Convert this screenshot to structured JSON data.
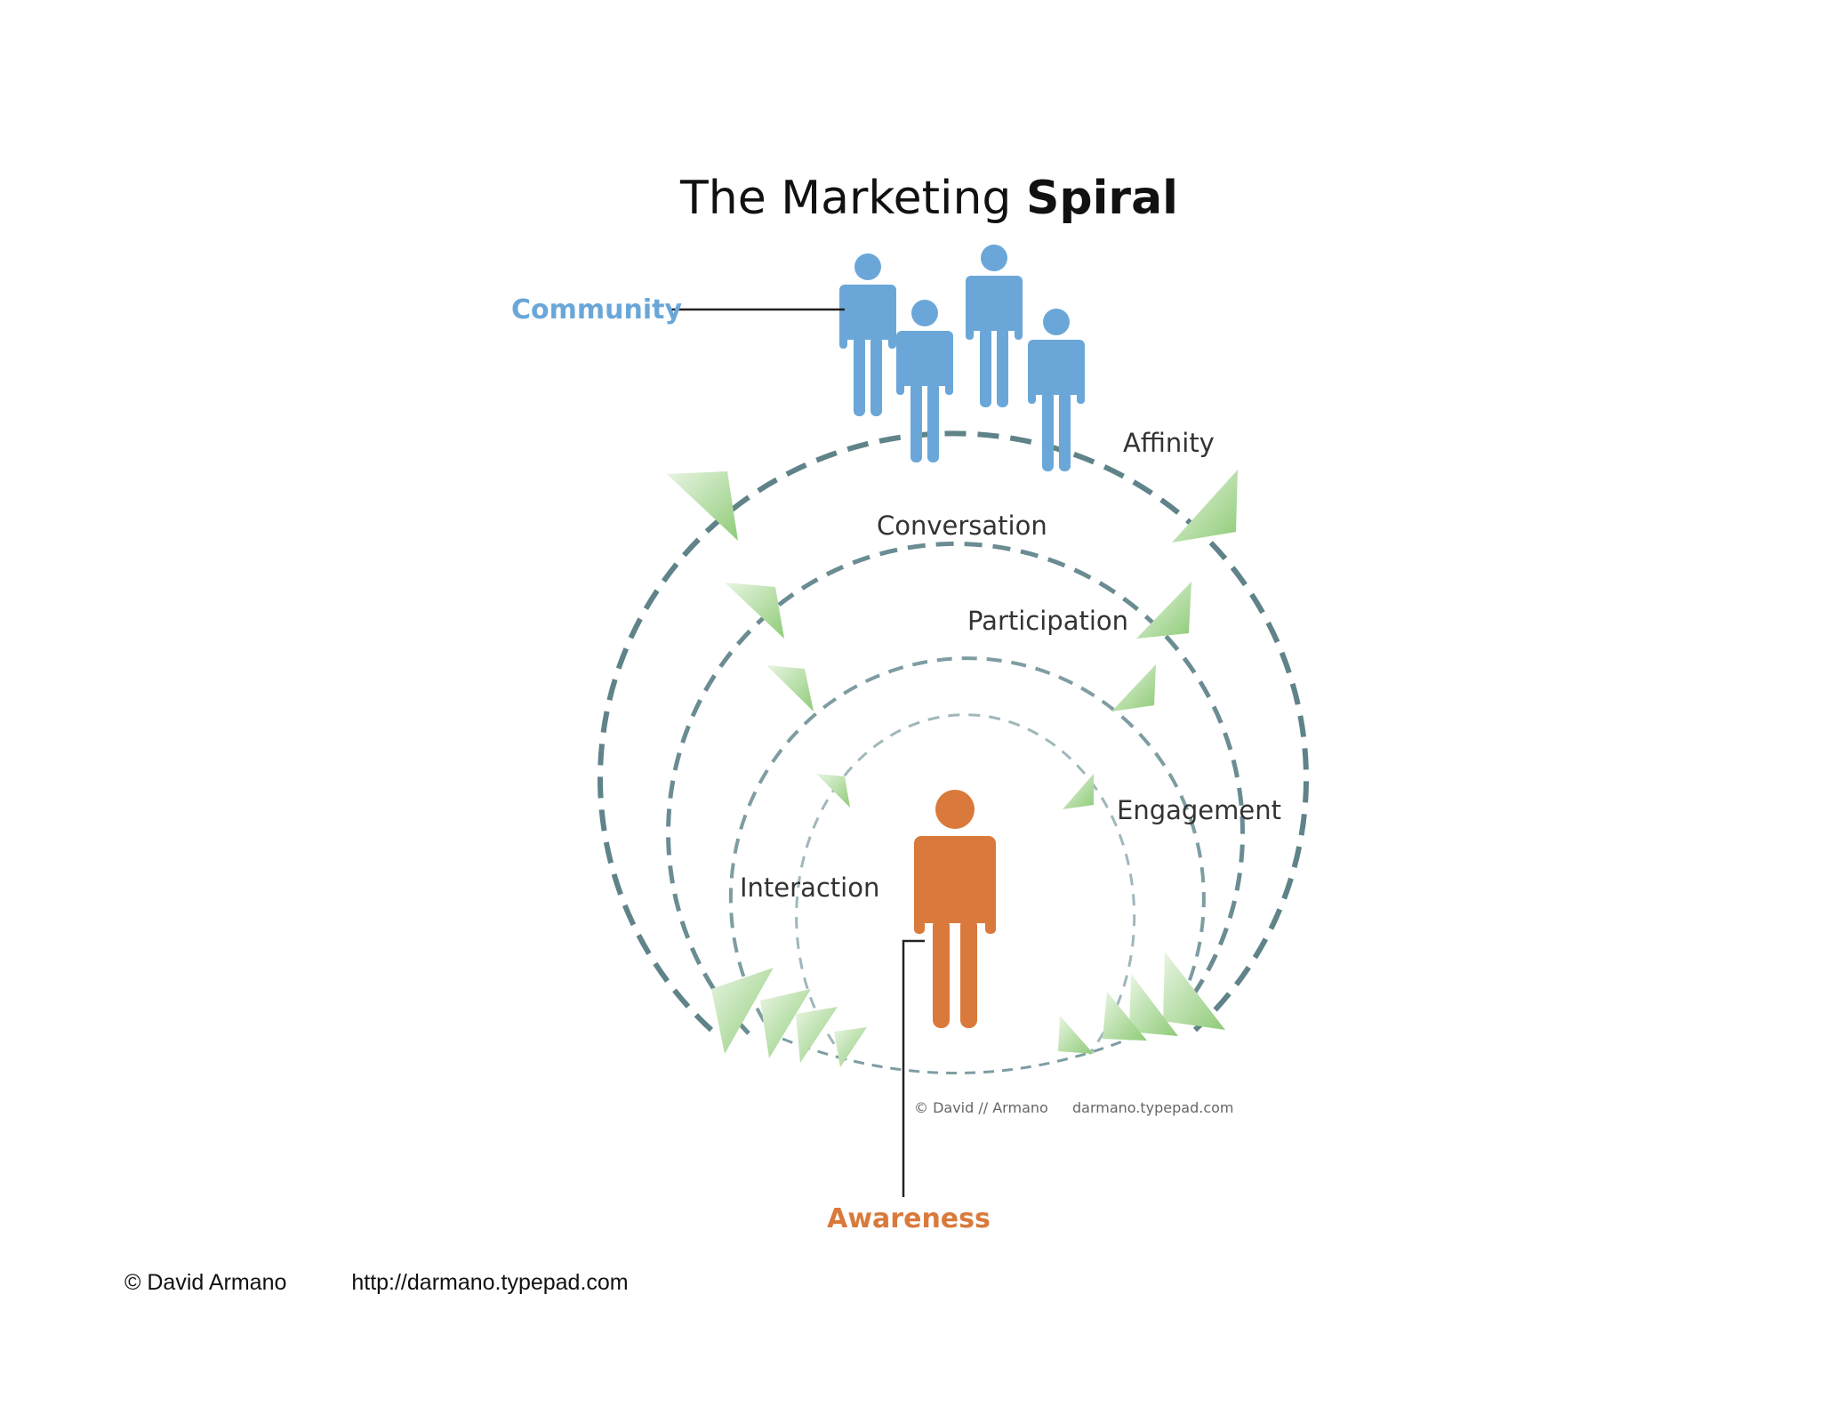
{
  "title": {
    "normal": "The Marketing ",
    "bold": "Spiral"
  },
  "rings": {
    "affinity": "Affinity",
    "conversation": "Conversation",
    "participation": "Participation",
    "engagement": "Engagement",
    "interaction": "Interaction"
  },
  "callouts": {
    "community": "Community",
    "awareness": "Awareness"
  },
  "diagram_credit": {
    "copyright": "© David // Armano",
    "url": "darmano.typepad.com"
  },
  "footer": {
    "copyright": "© David Armano",
    "url": "http://darmano.typepad.com"
  },
  "colors": {
    "community": "#6aa7d8",
    "awareness": "#d97a3c",
    "ring": "#5f8389",
    "arrow": "#9fd08f",
    "callout_line": "#222222"
  }
}
